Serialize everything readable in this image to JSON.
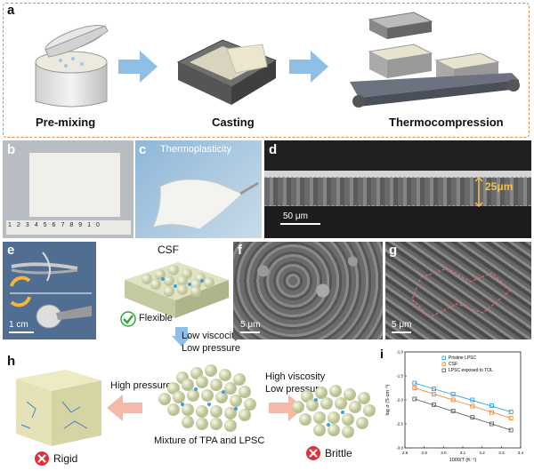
{
  "panel_a": {
    "label": "a",
    "steps": [
      "Pre-mixing",
      "Casting",
      "Thermocompression"
    ]
  },
  "panel_b": {
    "label": "b",
    "ruler_numbers": [
      "1",
      "2",
      "3",
      "4",
      "5",
      "6",
      "7",
      "8",
      "9",
      "10"
    ]
  },
  "panel_c": {
    "label": "c",
    "title": "Thermoplasticity"
  },
  "panel_d": {
    "label": "d",
    "thickness": "25μm",
    "scalebar": "50 μm"
  },
  "panel_e": {
    "label": "e",
    "scalebar": "1 cm"
  },
  "center": {
    "csf": "CSF",
    "flexible": "Flexible",
    "low_visc": "Low viscocity",
    "low_press": "Low pressure",
    "high_press": "High pressure",
    "high_visc": "High viscosity",
    "low_press2": "Low pressure",
    "mixture": "Mixture of TPA and LPSC",
    "rigid": "Rigid",
    "brittle": "Brittle"
  },
  "panel_f": {
    "label": "f",
    "scalebar": "5 μm"
  },
  "panel_g": {
    "label": "g",
    "scalebar": "5 μm"
  },
  "panel_h": {
    "label": "h"
  },
  "colors": {
    "check": "#2eaa3a",
    "cross": "#e0313b",
    "arrow_blue": "#8fbfe6",
    "arrow_pink": "#f4b9a8",
    "dashed_border": "#e28a4a"
  },
  "chart_data": {
    "type": "scatter",
    "panel_label": "i",
    "xlabel": "1000/T (K⁻¹)",
    "ylabel": "log σ (S·cm⁻¹)",
    "xlim": [
      2.8,
      3.4
    ],
    "ylim": [
      -3.0,
      -1.0
    ],
    "xticks": [
      "2.8",
      "2.9",
      "3.0",
      "3.1",
      "3.2",
      "3.3",
      "3.4"
    ],
    "yticks": [
      "-1.0",
      "-1.5",
      "-2.0",
      "-2.5",
      "-3.0"
    ],
    "series": [
      {
        "name": "Pristine LPSC",
        "color": "#1f9ad6",
        "marker": "square",
        "x": [
          2.85,
          2.95,
          3.05,
          3.15,
          3.25,
          3.35
        ],
        "y": [
          -1.65,
          -1.77,
          -1.88,
          -2.0,
          -2.12,
          -2.25
        ]
      },
      {
        "name": "CSF",
        "color": "#f07f1f",
        "marker": "square",
        "x": [
          2.85,
          2.95,
          3.05,
          3.15,
          3.25,
          3.35
        ],
        "y": [
          -1.75,
          -1.88,
          -2.0,
          -2.13,
          -2.26,
          -2.38
        ]
      },
      {
        "name": "LPSC exposed to TOL",
        "color": "#555555",
        "marker": "square",
        "x": [
          2.85,
          2.95,
          3.05,
          3.15,
          3.25,
          3.35
        ],
        "y": [
          -1.98,
          -2.1,
          -2.23,
          -2.36,
          -2.5,
          -2.63
        ]
      }
    ],
    "legend": "top-right"
  }
}
